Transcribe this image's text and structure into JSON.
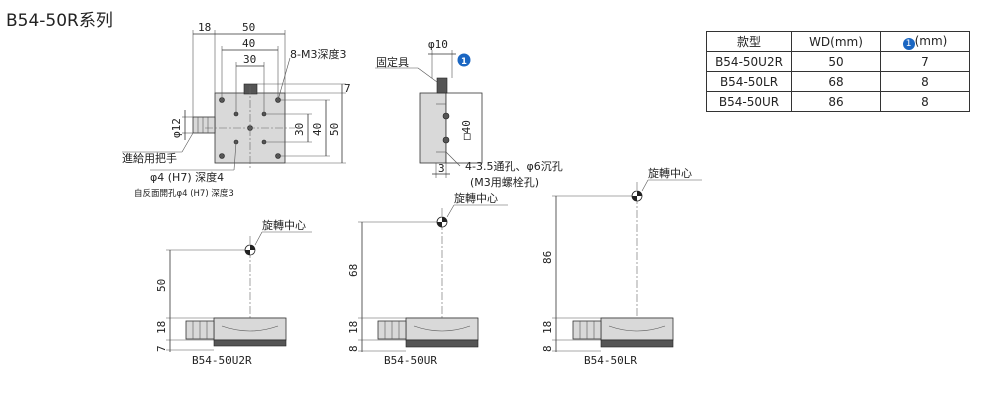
{
  "title": "B54-50R系列",
  "top_view": {
    "dims": [
      "18",
      "50",
      "40",
      "30",
      "7",
      "30",
      "40",
      "50",
      "φ12"
    ],
    "labels": {
      "tapped": "8-M3深度3",
      "handle": "進給用把手",
      "pin": "φ4 (H7) 深度4",
      "back_pin": "自反面開孔φ4 (H7) 深度3"
    }
  },
  "side_view": {
    "dims": [
      "φ10",
      "□40",
      "3"
    ],
    "labels": {
      "fixture": "固定具",
      "holes": "4-3.5通孔、φ6沉孔",
      "bolt": "(M3用螺栓孔)"
    },
    "badge": "1"
  },
  "models": [
    {
      "caption": "B54-50U2R",
      "height": "50",
      "stage": "18",
      "offset": "7",
      "center_label": "旋轉中心"
    },
    {
      "caption": "B54-50UR",
      "height": "68",
      "stage": "18",
      "offset": "8",
      "center_label": "旋轉中心"
    },
    {
      "caption": "B54-50LR",
      "height": "86",
      "stage": "18",
      "offset": "8",
      "center_label": "旋轉中心"
    }
  ],
  "table": {
    "headers": [
      "款型",
      "WD(mm)",
      "(mm)"
    ],
    "header_badge": "1",
    "rows": [
      [
        "B54-50U2R",
        "50",
        "7"
      ],
      [
        "B54-50LR",
        "68",
        "8"
      ],
      [
        "B54-50UR",
        "86",
        "8"
      ]
    ]
  }
}
